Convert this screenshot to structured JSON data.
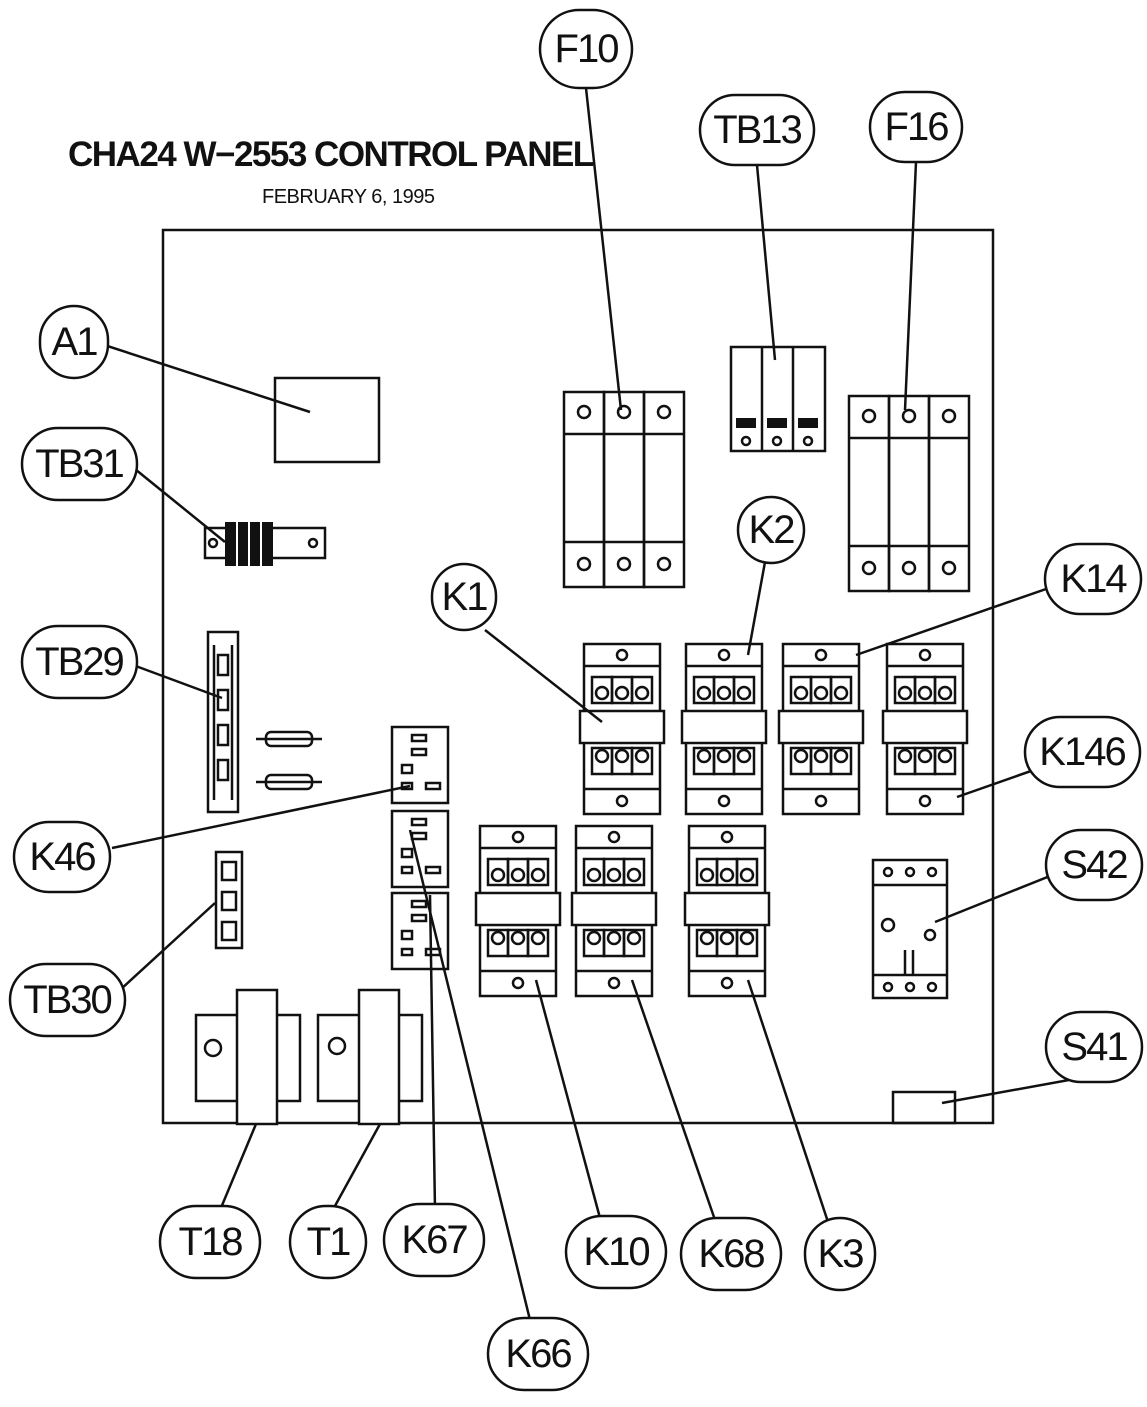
{
  "header": {
    "title": "CHA24 W−2553 CONTROL PANEL",
    "date": "FEBRUARY 6, 1995"
  },
  "callouts": {
    "F10": "F10",
    "TB13": "TB13",
    "F16": "F16",
    "A1": "A1",
    "TB31": "TB31",
    "K2": "K2",
    "K1": "K1",
    "K14": "K14",
    "TB29": "TB29",
    "K146": "K146",
    "K46": "K46",
    "S42": "S42",
    "TB30": "TB30",
    "S41": "S41",
    "T18": "T18",
    "T1": "T1",
    "K67": "K67",
    "K10": "K10",
    "K68": "K68",
    "K3": "K3",
    "K66": "K66"
  }
}
